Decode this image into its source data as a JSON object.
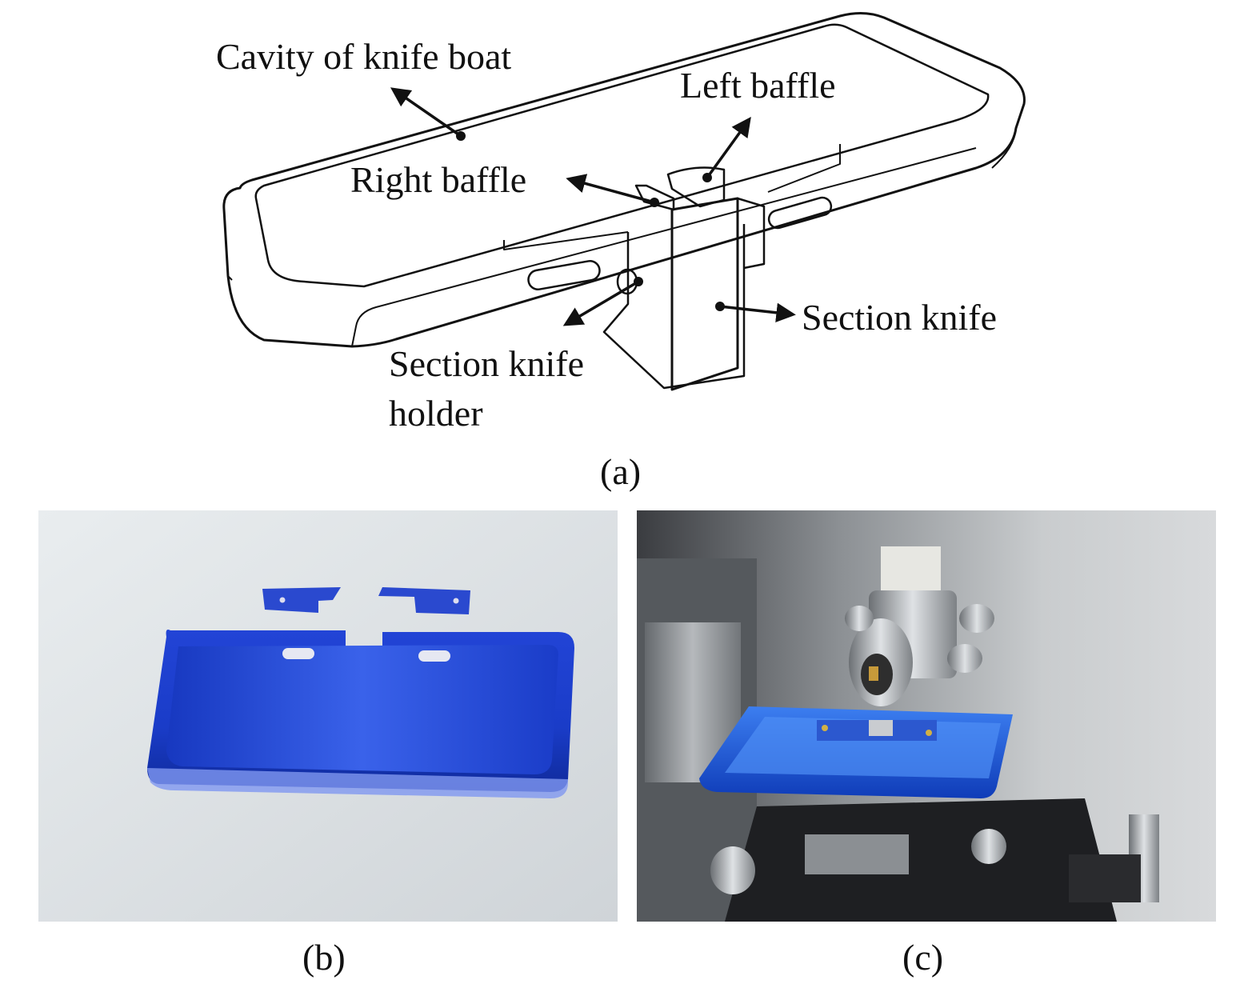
{
  "figure_a": {
    "callouts": {
      "cavity": "Cavity of knife boat",
      "left_baffle": "Left baffle",
      "right_baffle": "Right baffle",
      "section_knife": "Section knife",
      "holder_line1": "Section knife",
      "holder_line2": "holder"
    },
    "caption": "(a)"
  },
  "figure_b": {
    "caption": "(b)"
  },
  "figure_c": {
    "caption": "(c)"
  },
  "colors": {
    "ink": "#111111",
    "boat_blue": "#1f3fd0",
    "boat_blue_dark": "#0f2590",
    "boat_blue_light": "#3d66f0",
    "photo_bg_b": "#dfe4e7",
    "metal": "#b9bcc0"
  }
}
